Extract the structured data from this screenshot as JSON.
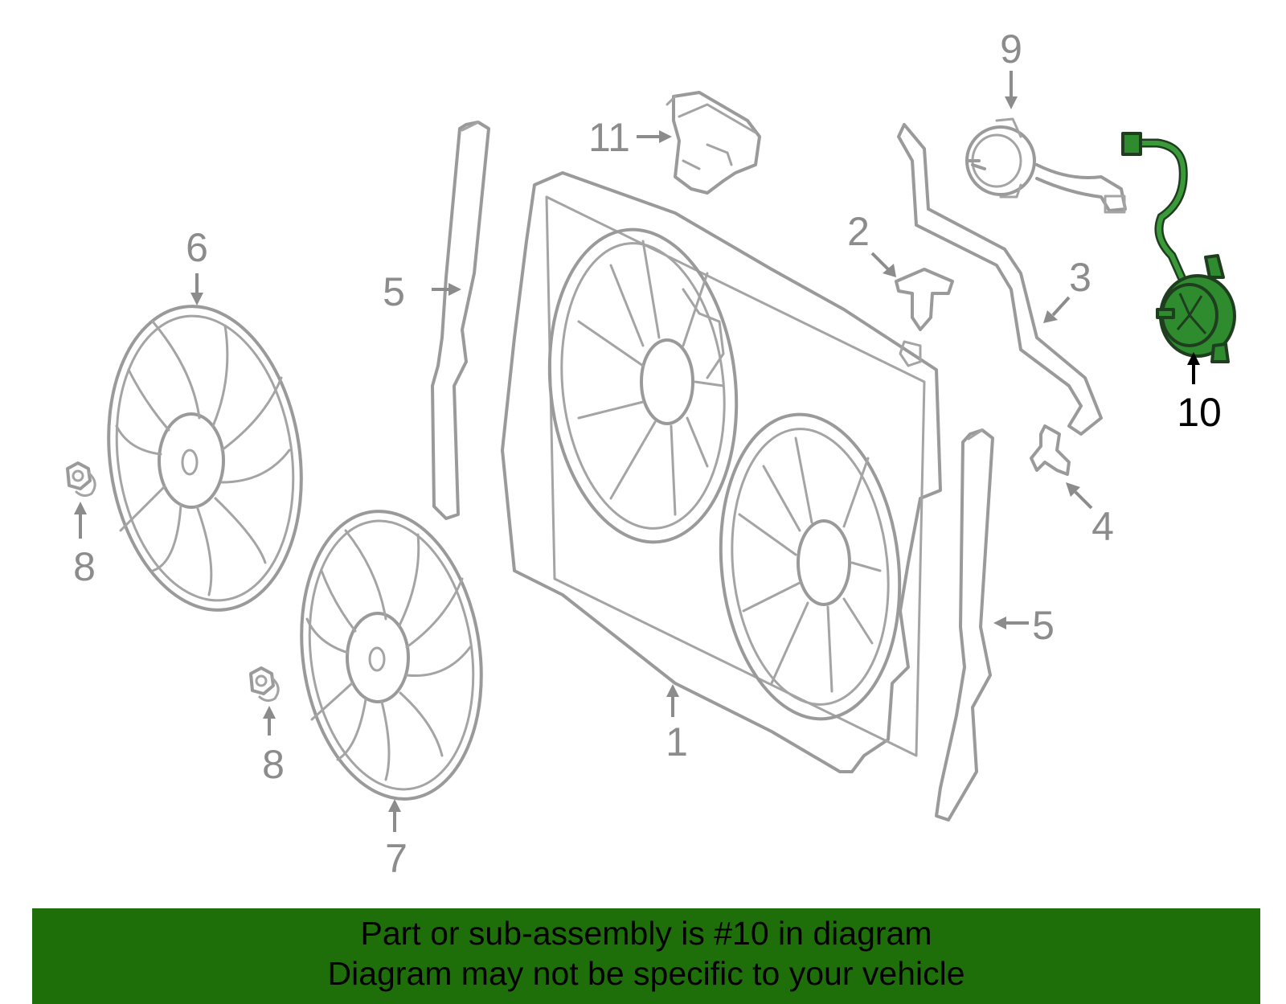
{
  "callouts": {
    "c1": "1",
    "c2": "2",
    "c3": "3",
    "c4": "4",
    "c5a": "5",
    "c5b": "5",
    "c6": "6",
    "c7": "7",
    "c8a": "8",
    "c8b": "8",
    "c9": "9",
    "c10": "10",
    "c11": "11"
  },
  "highlight": {
    "part_number": "10",
    "color": "#2e8b2e"
  },
  "banner": {
    "line1": "Part or sub-assembly is #10 in diagram",
    "line2": "Diagram may not be specific to your vehicle",
    "background": "#1e6e0a"
  }
}
